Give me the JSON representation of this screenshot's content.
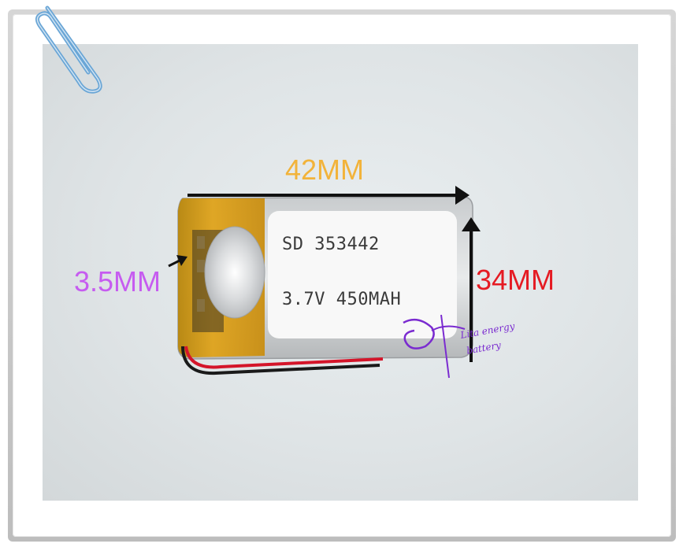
{
  "battery_label": {
    "model": "SD 353442",
    "spec": "3.7V 450MAH"
  },
  "dimensions": {
    "width": "42MM",
    "height": "34MM",
    "thickness": "3.5MM"
  },
  "watermark": {
    "text_line1": "Lita energy",
    "text_line2": "battery"
  },
  "colors": {
    "width_annotation": "#f2b33a",
    "height_annotation": "#e51b23",
    "thickness_annotation": "#c65cf0",
    "watermark": "#7a2bd0"
  },
  "icons": [
    "paperclip-icon",
    "lita-energy-logo"
  ]
}
